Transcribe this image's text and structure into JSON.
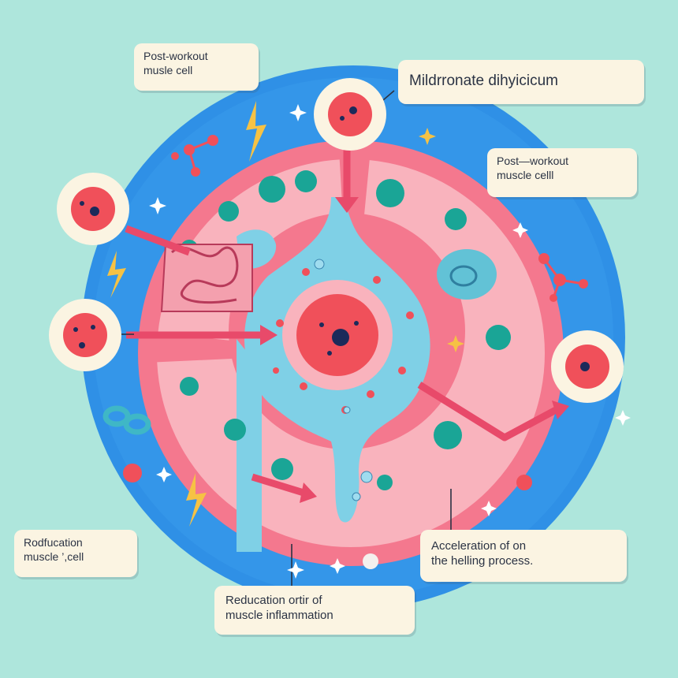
{
  "labels": {
    "top_left": [
      "Post-workout",
      "musle cell"
    ],
    "title": "Mildrronate dihyicicum",
    "right": [
      "Post—workout",
      "muscle celll"
    ],
    "bottom_left": [
      "Rodfucation",
      "muscle ’,cell"
    ],
    "bottom_right": [
      "Acceleration of on",
      "the helling process."
    ],
    "bottom_center": [
      "Reducation ortir of",
      "muscle inflammation"
    ]
  },
  "colors": {
    "background": "#aee6dc",
    "blue_disc": "#2f90e6",
    "cell_pink": "#f4788e",
    "cell_pink_light": "#f9b3bd",
    "fluid_blue": "#7fd0e6",
    "nucleus_red": "#f0505a",
    "green_cell": "#1aa596",
    "label_bg": "#fbf4e2",
    "spark_yellow": "#f6c244"
  },
  "icons": [
    "lightning-icon",
    "sparkle-icon",
    "molecule-icon",
    "mitochondria-icon"
  ]
}
